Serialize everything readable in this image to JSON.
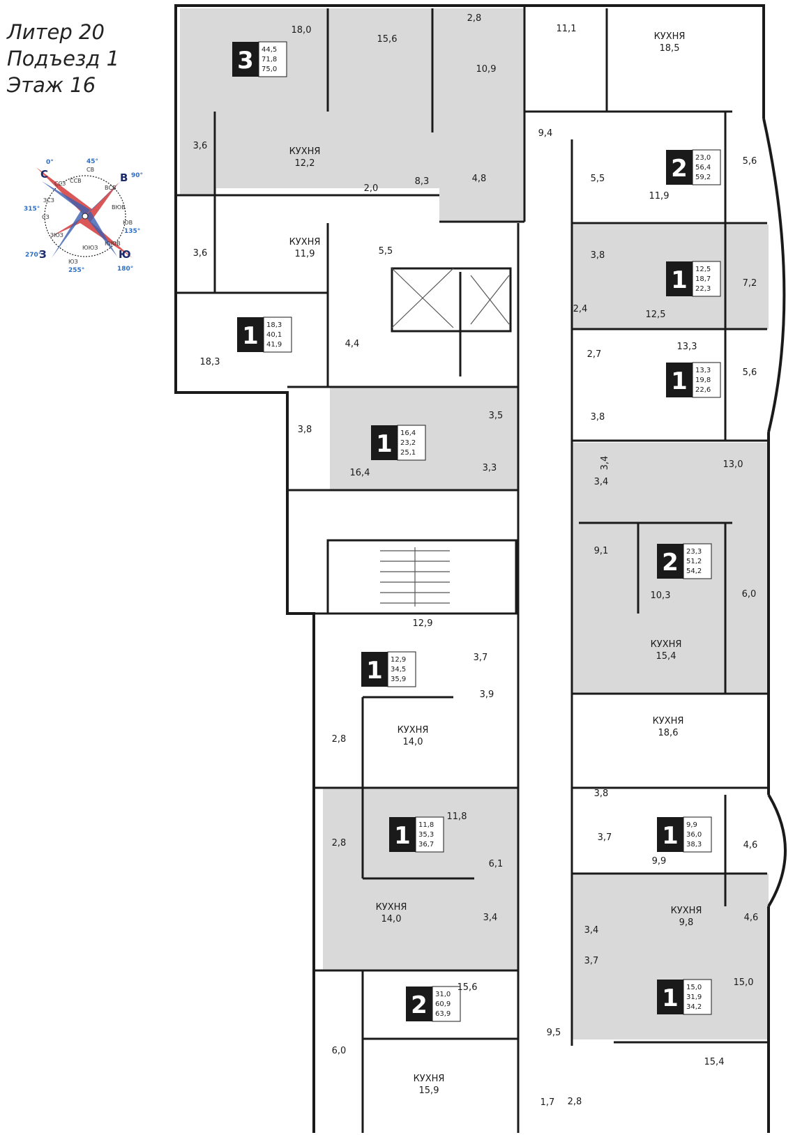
{
  "header": {
    "line1": "Литер 20",
    "line2": "Подъезд 1",
    "line3": "Этаж 16"
  },
  "compass": {
    "cardinals": [
      {
        "label": "С",
        "deg": "0°"
      },
      {
        "label": "В",
        "deg": "90°"
      },
      {
        "label": "Ю",
        "deg": "180°"
      },
      {
        "label": "З",
        "deg": "270°"
      }
    ],
    "intercardinals": [
      {
        "label": "СВ",
        "deg": "45°"
      },
      {
        "label": "ЮВ",
        "deg": "135°"
      },
      {
        "label": "ЮЗ",
        "deg": "255°"
      },
      {
        "label": "СЗ",
        "deg": "315°"
      }
    ],
    "minor": [
      "ССВ",
      "ВСВ",
      "ВЮВ",
      "ЮЮВ",
      "ЮЮЗ",
      "ЗЮЗ",
      "ЗСЗ",
      "ССЗ"
    ]
  },
  "colors": {
    "shade": "#d9d9d9",
    "wall": "#1a1a1a",
    "badge": "#1a1a1a",
    "compass_red": "#d33a3a",
    "compass_blue": "#3a5fb0",
    "degree_blue": "#2c6fc7"
  },
  "apartments": [
    {
      "rooms": "3",
      "areas": [
        "44,5",
        "71,8",
        "75,0"
      ]
    },
    {
      "rooms": "2",
      "areas": [
        "23,0",
        "56,4",
        "59,2"
      ]
    },
    {
      "rooms": "1",
      "areas": [
        "12,5",
        "18,7",
        "22,3"
      ]
    },
    {
      "rooms": "1",
      "areas": [
        "18,3",
        "40,1",
        "41,9"
      ]
    },
    {
      "rooms": "1",
      "areas": [
        "13,3",
        "19,8",
        "22,6"
      ]
    },
    {
      "rooms": "1",
      "areas": [
        "16,4",
        "23,2",
        "25,1"
      ]
    },
    {
      "rooms": "2",
      "areas": [
        "23,3",
        "51,2",
        "54,2"
      ]
    },
    {
      "rooms": "1",
      "areas": [
        "12,9",
        "34,5",
        "35,9"
      ]
    },
    {
      "rooms": "1",
      "areas": [
        "9,9",
        "36,0",
        "38,3"
      ]
    },
    {
      "rooms": "1",
      "areas": [
        "11,8",
        "35,3",
        "36,7"
      ]
    },
    {
      "rooms": "1",
      "areas": [
        "15,0",
        "31,9",
        "34,2"
      ]
    },
    {
      "rooms": "2",
      "areas": [
        "31,0",
        "60,9",
        "63,9"
      ]
    }
  ],
  "rooms": [
    {
      "label": "",
      "area": "18,0"
    },
    {
      "label": "",
      "area": "15,6"
    },
    {
      "label": "",
      "area": "2,8"
    },
    {
      "label": "",
      "area": "10,9"
    },
    {
      "label": "",
      "area": "11,1"
    },
    {
      "label": "КУХНЯ",
      "area": "18,5"
    },
    {
      "label": "",
      "area": "9,4"
    },
    {
      "label": "",
      "area": "3,6"
    },
    {
      "label": "КУХНЯ",
      "area": "12,2"
    },
    {
      "label": "",
      "area": "8,3"
    },
    {
      "label": "",
      "area": "2,0"
    },
    {
      "label": "",
      "area": "4,8"
    },
    {
      "label": "",
      "area": "5,5"
    },
    {
      "label": "",
      "area": "11,9"
    },
    {
      "label": "",
      "area": "5,6"
    },
    {
      "label": "",
      "area": "3,6"
    },
    {
      "label": "КУХНЯ",
      "area": "11,9"
    },
    {
      "label": "",
      "area": "5,5"
    },
    {
      "label": "",
      "area": "3,8"
    },
    {
      "label": "",
      "area": "7,2"
    },
    {
      "label": "",
      "area": "2,4"
    },
    {
      "label": "",
      "area": "12,5"
    },
    {
      "label": "",
      "area": "4,4"
    },
    {
      "label": "",
      "area": "18,3"
    },
    {
      "label": "",
      "area": "2,7"
    },
    {
      "label": "",
      "area": "13,3"
    },
    {
      "label": "",
      "area": "5,6"
    },
    {
      "label": "",
      "area": "3,8"
    },
    {
      "label": "",
      "area": "3,8"
    },
    {
      "label": "",
      "area": "3,5"
    },
    {
      "label": "",
      "area": "16,4"
    },
    {
      "label": "",
      "area": "3,3"
    },
    {
      "label": "",
      "area": "3,4"
    },
    {
      "label": "",
      "area": "3,4"
    },
    {
      "label": "",
      "area": "13,0"
    },
    {
      "label": "",
      "area": "9,1"
    },
    {
      "label": "",
      "area": "10,3"
    },
    {
      "label": "",
      "area": "6,0"
    },
    {
      "label": "",
      "area": "12,9"
    },
    {
      "label": "",
      "area": "3,7"
    },
    {
      "label": "КУХНЯ",
      "area": "15,4"
    },
    {
      "label": "",
      "area": "3,9"
    },
    {
      "label": "",
      "area": "2,8"
    },
    {
      "label": "КУХНЯ",
      "area": "14,0"
    },
    {
      "label": "КУХНЯ",
      "area": "18,6"
    },
    {
      "label": "",
      "area": "3,8"
    },
    {
      "label": "",
      "area": "2,8"
    },
    {
      "label": "",
      "area": "11,8"
    },
    {
      "label": "",
      "area": "6,1"
    },
    {
      "label": "",
      "area": "3,7"
    },
    {
      "label": "",
      "area": "9,9"
    },
    {
      "label": "",
      "area": "4,6"
    },
    {
      "label": "КУХНЯ",
      "area": "14,0"
    },
    {
      "label": "",
      "area": "3,4"
    },
    {
      "label": "",
      "area": "3,4"
    },
    {
      "label": "КУХНЯ",
      "area": "9,8"
    },
    {
      "label": "",
      "area": "4,6"
    },
    {
      "label": "",
      "area": "3,7"
    },
    {
      "label": "",
      "area": "15,6"
    },
    {
      "label": "",
      "area": "15,0"
    },
    {
      "label": "",
      "area": "9,5"
    },
    {
      "label": "",
      "area": "6,0"
    },
    {
      "label": "",
      "area": "15,4"
    },
    {
      "label": "КУХНЯ",
      "area": "15,9"
    },
    {
      "label": "",
      "area": "1,7"
    },
    {
      "label": "",
      "area": "2,8"
    }
  ]
}
